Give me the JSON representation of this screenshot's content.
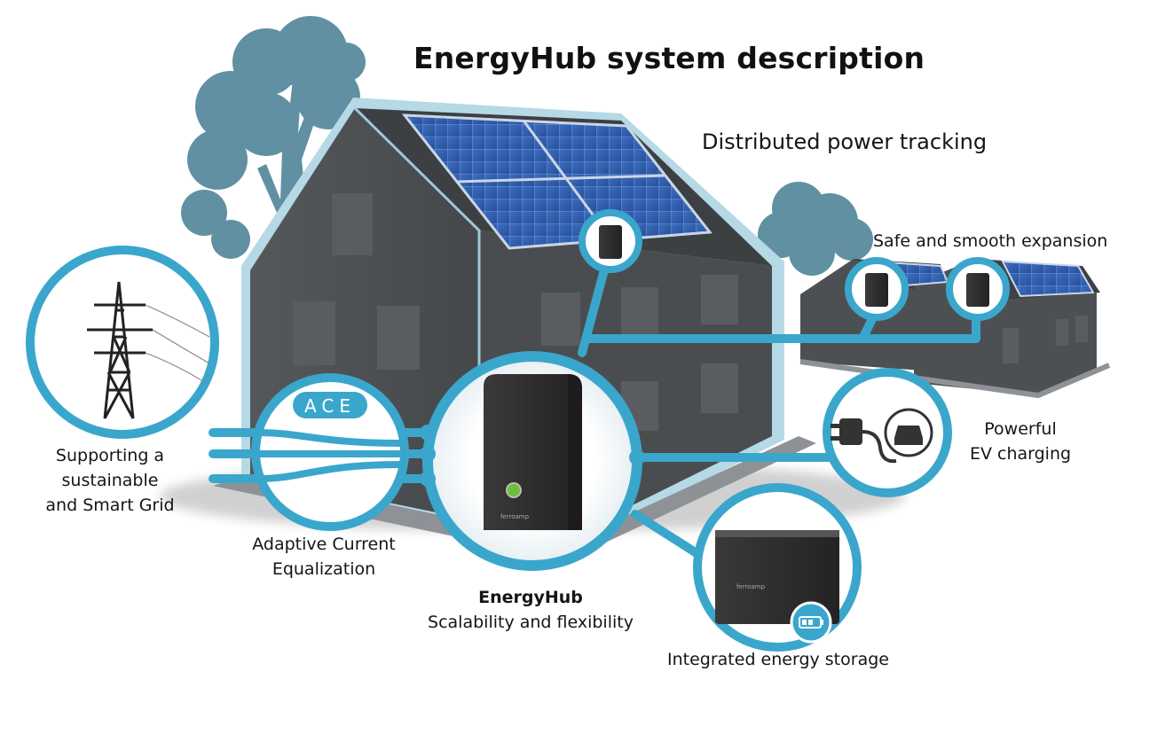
{
  "title": "EnergyHub system description",
  "labels": {
    "distributed": "Distributed power tracking",
    "expansion": "Safe and smooth expansion",
    "ev_line1": "Powerful",
    "ev_line2": "EV charging",
    "grid_line1": "Supporting a",
    "grid_line2": "sustainable",
    "grid_line3": "and Smart Grid",
    "ace_line1": "Adaptive Current",
    "ace_line2": "Equalization",
    "hub_line1": "EnergyHub",
    "hub_line2": "Scalability and flexibility",
    "storage": "Integrated energy storage"
  },
  "badges": {
    "ace": "ACE",
    "hub_brand": "ferroamp",
    "battery_brand": "ferroamp"
  },
  "icons": [
    "tree-icon",
    "house-icon",
    "solar-panel-icon",
    "power-tower-icon",
    "energyhub-device-icon",
    "battery-storage-icon",
    "ev-plug-icon",
    "car-icon",
    "battery-level-icon",
    "optimizer-device-icon"
  ],
  "colors": {
    "accent": "#3aa6cc",
    "accent_dark": "#2a8db3",
    "house": "#4b4e51",
    "roof": "#3d4043",
    "tree": "#4f8499",
    "solar": "#2f5fb3",
    "device": "#2c2a2a"
  }
}
